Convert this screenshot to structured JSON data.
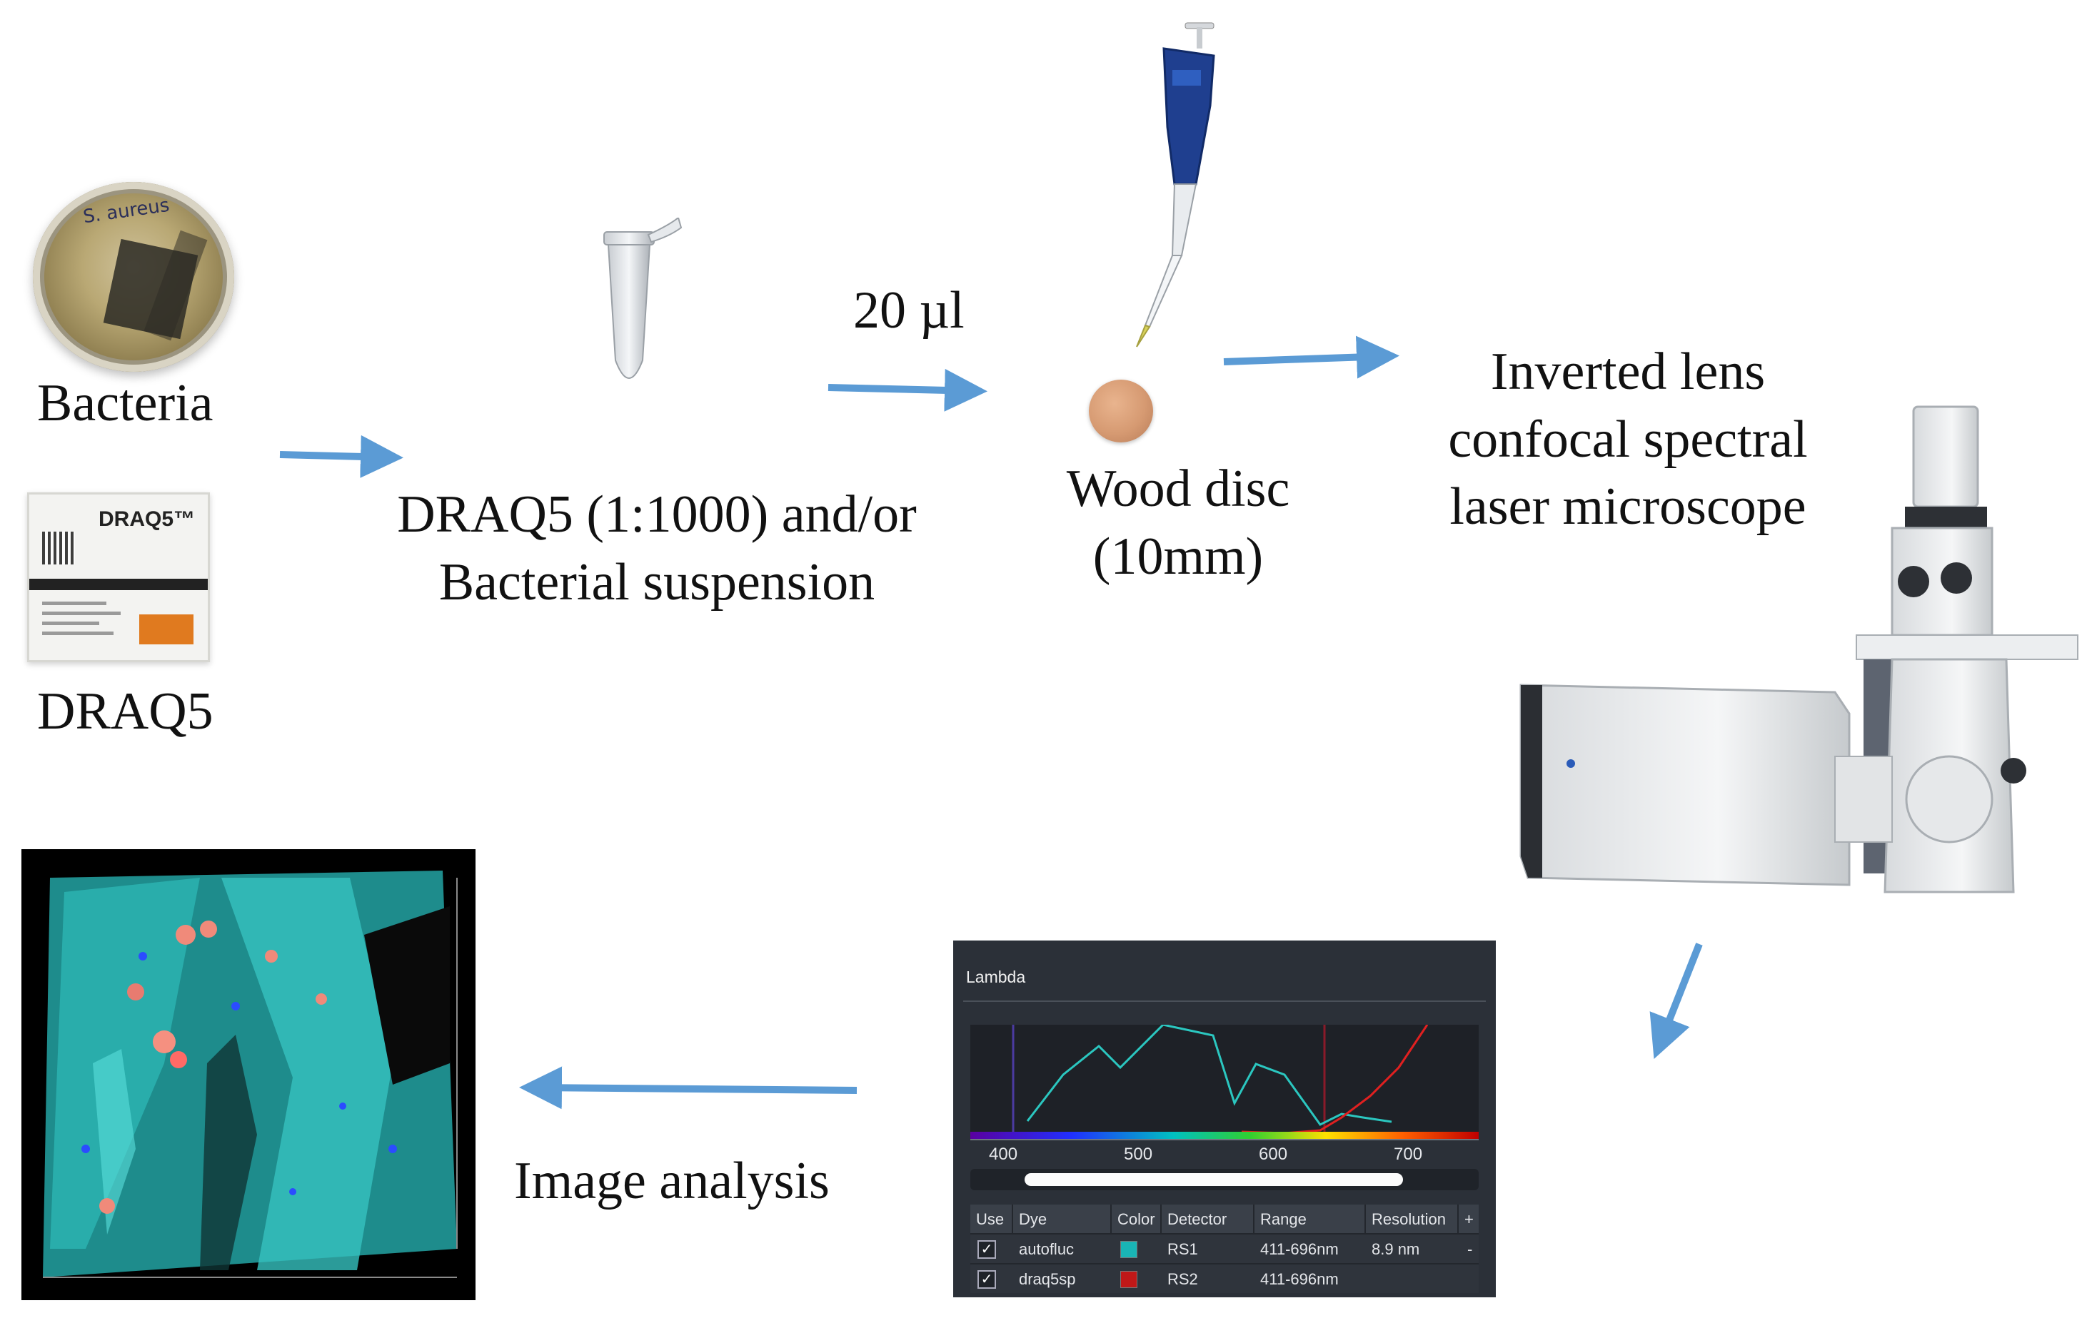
{
  "labels": {
    "bacteria": "Bacteria",
    "draq5": "DRAQ5",
    "suspension_line1": "DRAQ5 (1:1000) and/or",
    "suspension_line2": "Bacterial suspension",
    "volume": "20 µl",
    "wood_disc_line1": "Wood disc",
    "wood_disc_line2": "(10mm)",
    "microscope_line1": "Inverted lens",
    "microscope_line2": "confocal spectral",
    "microscope_line3": "laser microscope",
    "image_analysis": "Image analysis"
  },
  "petri_dish": {
    "handwriting": "S. aureus"
  },
  "draq5_box": {
    "brand": "DRAQ5™"
  },
  "lambda_panel": {
    "title": "Lambda",
    "axis_ticks": [
      "400",
      "500",
      "600",
      "700"
    ],
    "table": {
      "headers": [
        "Use",
        "Dye",
        "Color",
        "Detector",
        "Range",
        "Resolution",
        "+"
      ],
      "rows": [
        {
          "use": "✓",
          "dye": "autofluc",
          "color": "#19b5b5",
          "detector": "RS1",
          "range": "411-696nm",
          "resolution": "8.9  nm",
          "action": "-"
        },
        {
          "use": "✓",
          "dye": "draq5sp",
          "color": "#c01818",
          "detector": "RS2",
          "range": "411-696nm",
          "resolution": "",
          "action": ""
        }
      ]
    }
  },
  "colors": {
    "arrow": "#5b9bd5",
    "spectrum_line": "#2bc7c0",
    "spectrum_red": "#e02020",
    "panel_bg": "#2b3038"
  }
}
